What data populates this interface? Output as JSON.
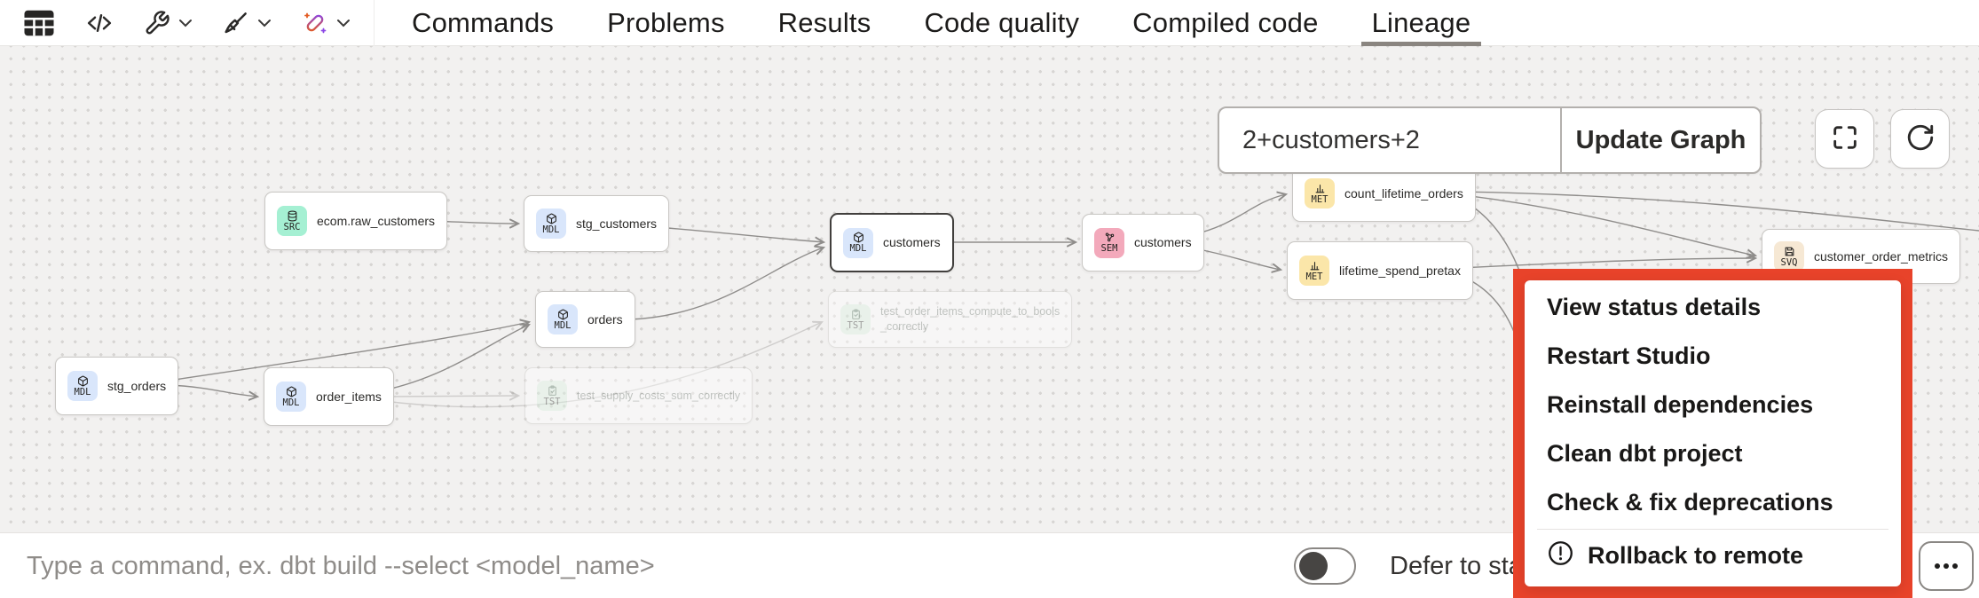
{
  "toolbar": {
    "tools": [
      {
        "name": "table",
        "icon": "table-icon",
        "dropdown": false
      },
      {
        "name": "code",
        "icon": "code-icon",
        "dropdown": false
      },
      {
        "name": "wrench",
        "icon": "wrench-icon",
        "dropdown": true
      },
      {
        "name": "broom",
        "icon": "broom-icon",
        "dropdown": true
      },
      {
        "name": "wand",
        "icon": "wand-icon",
        "dropdown": true
      }
    ],
    "tabs": [
      {
        "label": "Commands",
        "active": false
      },
      {
        "label": "Problems",
        "active": false
      },
      {
        "label": "Results",
        "active": false
      },
      {
        "label": "Code quality",
        "active": false
      },
      {
        "label": "Compiled code",
        "active": false
      },
      {
        "label": "Lineage",
        "active": true
      }
    ]
  },
  "graph": {
    "selector": {
      "value": "2+customers+2",
      "button_label": "Update Graph"
    },
    "controls": [
      {
        "name": "fullscreen",
        "icon": "fullscreen-icon"
      },
      {
        "name": "refresh",
        "icon": "refresh-icon"
      }
    ],
    "badge_colors": {
      "MDL": "#d9e6fb",
      "SRC": "#a5f0d3",
      "TST": "#dcf3e3",
      "SEM": "#f3a9bb",
      "MET": "#fbe6a9",
      "SVQ": "#f6e8d4"
    },
    "nodes": [
      {
        "id": "raw_customers",
        "badge": "SRC",
        "icon": "database-icon",
        "label_lines": [
          "ecom.raw_customers"
        ]
      },
      {
        "id": "stg_customers",
        "badge": "MDL",
        "icon": "cube-icon",
        "label_lines": [
          "stg_customers"
        ]
      },
      {
        "id": "customers_mdl",
        "badge": "MDL",
        "icon": "cube-icon",
        "label_lines": [
          "customers"
        ],
        "selected": true
      },
      {
        "id": "orders",
        "badge": "MDL",
        "icon": "cube-icon",
        "label_lines": [
          "orders"
        ]
      },
      {
        "id": "stg_orders",
        "badge": "MDL",
        "icon": "cube-icon",
        "label_lines": [
          "stg_orders"
        ]
      },
      {
        "id": "order_items",
        "badge": "MDL",
        "icon": "cube-icon",
        "label_lines": [
          "order_items"
        ]
      },
      {
        "id": "test_supply",
        "badge": "TST",
        "icon": "clipboard-check-icon",
        "label_lines": [
          "test_supply_costs_sum_correctly"
        ],
        "faded": true
      },
      {
        "id": "test_order_items",
        "badge": "TST",
        "icon": "clipboard-check-icon",
        "label_lines": [
          "test_order_items_compute_to_bools",
          "_correctly"
        ],
        "faded": true
      },
      {
        "id": "customers_sem",
        "badge": "SEM",
        "icon": "graph-icon",
        "label_lines": [
          "customers"
        ]
      },
      {
        "id": "count_lifetime_orders",
        "badge": "MET",
        "icon": "bar-chart-icon",
        "label_lines": [
          "count_lifetime_orders"
        ]
      },
      {
        "id": "lifetime_spend_pretax",
        "badge": "MET",
        "icon": "bar-chart-icon",
        "label_lines": [
          "lifetime_spend_pretax"
        ]
      },
      {
        "id": "customer_order_metrics",
        "badge": "SVQ",
        "icon": "save-icon",
        "label_lines": [
          "customer_order_metrics"
        ]
      }
    ],
    "edges": [
      {
        "from": "raw_customers",
        "to": "stg_customers",
        "faded": false
      },
      {
        "from": "stg_customers",
        "to": "customers_mdl",
        "faded": false
      },
      {
        "from": "orders",
        "to": "customers_mdl",
        "faded": false
      },
      {
        "from": "stg_orders",
        "to": "order_items",
        "faded": false
      },
      {
        "from": "stg_orders",
        "to": "orders",
        "faded": false
      },
      {
        "from": "order_items",
        "to": "orders",
        "faded": false
      },
      {
        "from": "order_items",
        "to": "test_supply",
        "faded": true
      },
      {
        "from": "order_items",
        "to": "test_order_items",
        "faded": true
      },
      {
        "from": "customers_mdl",
        "to": "customers_sem",
        "faded": false
      },
      {
        "from": "customers_sem",
        "to": "count_lifetime_orders",
        "faded": false
      },
      {
        "from": "customers_sem",
        "to": "lifetime_spend_pretax",
        "faded": false
      },
      {
        "from": "count_lifetime_orders",
        "to": "customer_order_metrics",
        "faded": false
      },
      {
        "from": "lifetime_spend_pretax",
        "to": "customer_order_metrics",
        "faded": false
      }
    ]
  },
  "menu": {
    "highlight_color": "#e8432a",
    "items": [
      {
        "label": "View status details",
        "icon": null,
        "divider_before": false
      },
      {
        "label": "Restart Studio",
        "icon": null,
        "divider_before": false
      },
      {
        "label": "Reinstall dependencies",
        "icon": null,
        "divider_before": false
      },
      {
        "label": "Clean dbt project",
        "icon": null,
        "divider_before": false
      },
      {
        "label": "Check & fix deprecations",
        "icon": null,
        "divider_before": false
      },
      {
        "label": "Rollback to remote",
        "icon": "alert-circle-icon",
        "divider_before": true
      }
    ]
  },
  "footer": {
    "placeholder": "Type a command, ex. dbt build --select <model_name>",
    "defer_label": "Defer to sta",
    "toggle_on": false,
    "more_icon": "ellipsis-icon"
  }
}
